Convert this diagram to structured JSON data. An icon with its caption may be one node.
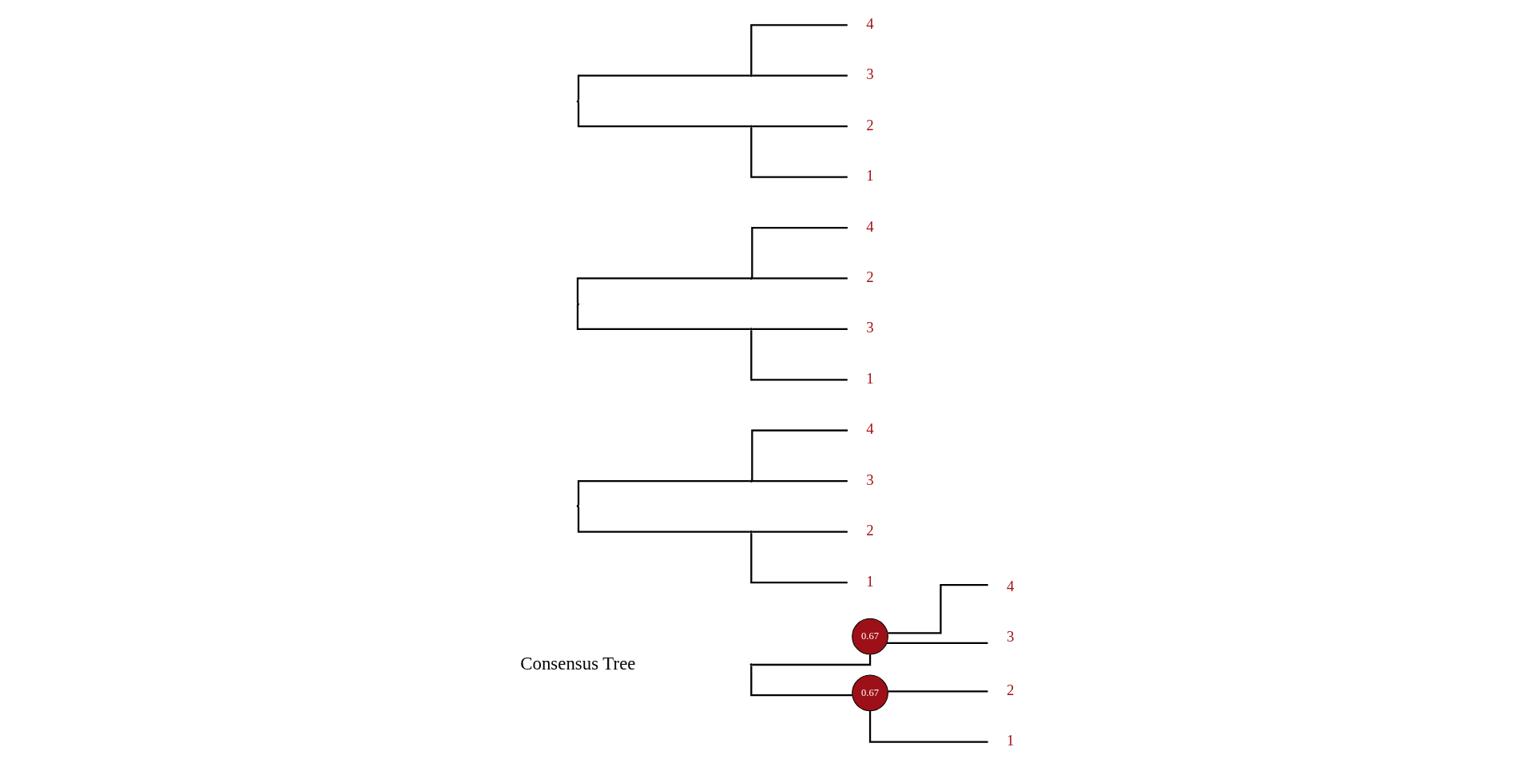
{
  "diagram": {
    "nodes": [
      {
        "text": [],
        "shape": "point"
      },
      {
        "text": [],
        "shape": "point"
      },
      {
        "text": [
          "4"
        ]
      },
      {
        "text": [
          "3"
        ]
      },
      {
        "text": [],
        "shape": "point"
      },
      {
        "text": [
          "2"
        ]
      },
      {
        "text": [
          "1"
        ]
      },
      {
        "text": [],
        "shape": "point"
      },
      {
        "text": [],
        "shape": "point"
      },
      {
        "text": [
          "4"
        ]
      },
      {
        "text": [
          "2"
        ]
      },
      {
        "text": [],
        "shape": "point"
      },
      {
        "text": [
          "3"
        ]
      },
      {
        "text": [
          "1"
        ]
      },
      {
        "text": [],
        "shape": "point"
      },
      {
        "text": [],
        "shape": "point"
      },
      {
        "text": [
          "4"
        ]
      },
      {
        "text": [
          "3"
        ]
      },
      {
        "text": [],
        "shape": "point"
      },
      {
        "text": [
          "2"
        ]
      },
      {
        "text": [
          "1"
        ]
      },
      {
        "text": [],
        "shape": "point"
      },
      {
        "text": [
          "0.67"
        ]
      },
      {
        "text": [
          "4"
        ]
      },
      {
        "text": [
          "3"
        ]
      },
      {
        "text": [
          "0.67"
        ]
      },
      {
        "text": [
          "2"
        ]
      },
      {
        "text": [
          "1"
        ]
      }
    ],
    "edges": [
      {
        "from": 0,
        "to": 1,
        "arrow": "none"
      },
      {
        "from": 0,
        "to": 4,
        "arrow": "none"
      },
      {
        "from": 1,
        "to": 2,
        "arrow": "none"
      },
      {
        "from": 1,
        "to": 3,
        "arrow": "none"
      },
      {
        "from": 4,
        "to": 5,
        "arrow": "none"
      },
      {
        "from": 4,
        "to": 6,
        "arrow": "none"
      },
      {
        "from": 7,
        "to": 8,
        "arrow": "none"
      },
      {
        "from": 7,
        "to": 11,
        "arrow": "none"
      },
      {
        "from": 8,
        "to": 9,
        "arrow": "none"
      },
      {
        "from": 8,
        "to": 10,
        "arrow": "none"
      },
      {
        "from": 11,
        "to": 12,
        "arrow": "none"
      },
      {
        "from": 11,
        "to": 13,
        "arrow": "none"
      },
      {
        "from": 14,
        "to": 15,
        "arrow": "none"
      },
      {
        "from": 14,
        "to": 18,
        "arrow": "none"
      },
      {
        "from": 15,
        "to": 16,
        "arrow": "none"
      },
      {
        "from": 15,
        "to": 17,
        "arrow": "none"
      },
      {
        "from": 18,
        "to": 19,
        "arrow": "none"
      },
      {
        "from": 18,
        "to": 20,
        "arrow": "none"
      },
      {
        "from": 21,
        "to": 22,
        "arrow": "none"
      },
      {
        "from": 21,
        "to": 25,
        "arrow": "none"
      },
      {
        "from": 22,
        "to": 23,
        "arrow": "none"
      },
      {
        "from": 22,
        "to": 24,
        "arrow": "none"
      },
      {
        "from": 25,
        "to": 26,
        "arrow": "none"
      },
      {
        "from": 25,
        "to": 27,
        "arrow": "none"
      }
    ],
    "labels": [
      "Consensus Tree"
    ]
  }
}
